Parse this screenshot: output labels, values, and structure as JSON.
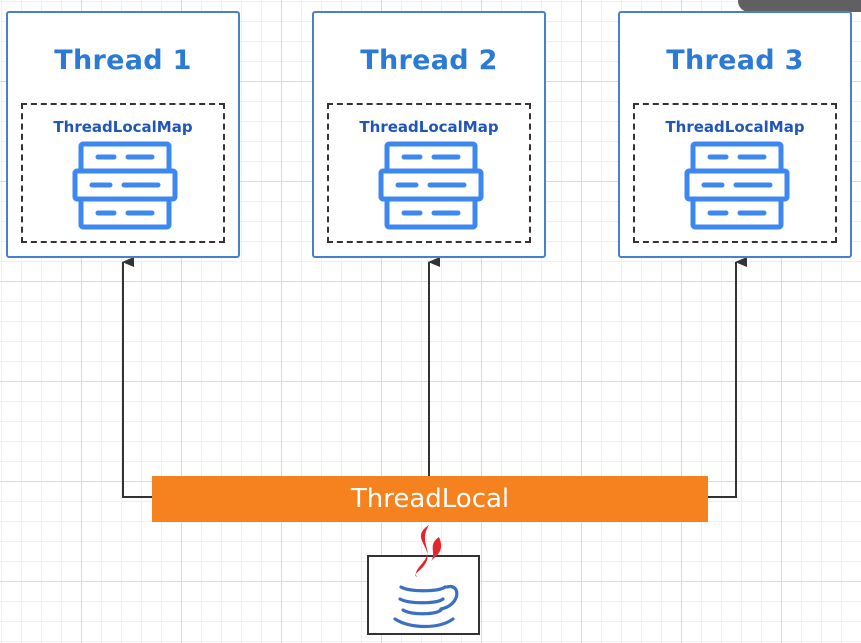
{
  "threads": [
    {
      "title": "Thread 1",
      "map_label": "ThreadLocalMap"
    },
    {
      "title": "Thread 2",
      "map_label": "ThreadLocalMap"
    },
    {
      "title": "Thread 3",
      "map_label": "ThreadLocalMap"
    }
  ],
  "threadlocal": {
    "label": "ThreadLocal"
  },
  "colors": {
    "thread_border": "#4a7fcf",
    "thread_title": "#2a7ad6",
    "map_label": "#1f56b8",
    "db_icon": "#3d87f0",
    "threadlocal_bar": "#f5821f",
    "arrow": "#333333",
    "java_steam": "#e3262d",
    "java_cup": "#3a6fc4"
  },
  "icons": {
    "map": "database-icon",
    "logo": "java-logo-icon"
  }
}
